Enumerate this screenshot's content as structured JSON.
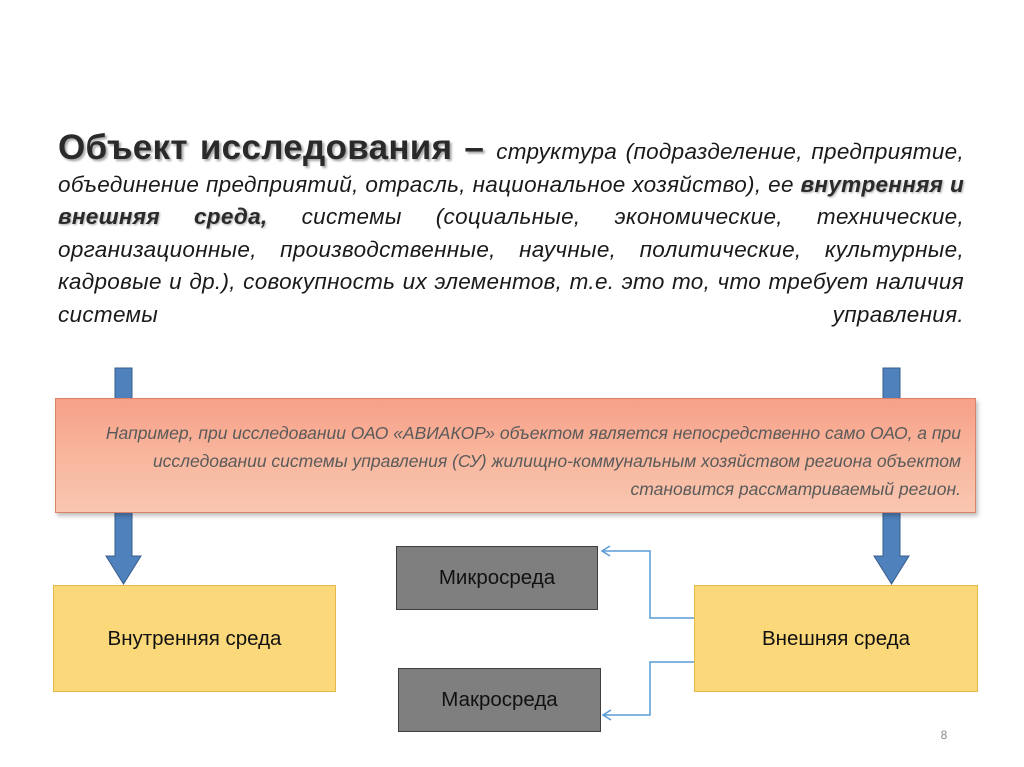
{
  "definition": {
    "term": "Объект исследования",
    "dash": " – ",
    "part1": "структура (подразделение, предприятие, объединение предприятий, отрасль, национальное хозяйство), ее ",
    "emphasis": "внутренняя и внешняя среда,",
    "part2": " системы (социальные, экономические, технические, организационные, производственные, научные, политические, культурные, кадровые и др.), совокупность их элементов, т.е. это то, что требует наличия системы управления."
  },
  "example": {
    "text": "Например, при исследовании ОАО «АВИАКОР» объектом является непосредственно само ОАО, а при исследовании системы управления (СУ) жилищно-коммунальным хозяйством региона объектом становится рассматриваемый регион."
  },
  "diagram": {
    "internal_env": "Внутренняя среда",
    "external_env": "Внешняя среда",
    "micro_env": "Микросреда",
    "macro_env": "Макросреда"
  },
  "colors": {
    "arrow_fill": "#4f81bd",
    "arrow_stroke": "#385d8a",
    "connector": "#5b9bd5",
    "example_fill": "#f8b29a",
    "env_fill": "#fbd97a",
    "sphere_fill": "#7f7f7f"
  },
  "page_number": "8"
}
